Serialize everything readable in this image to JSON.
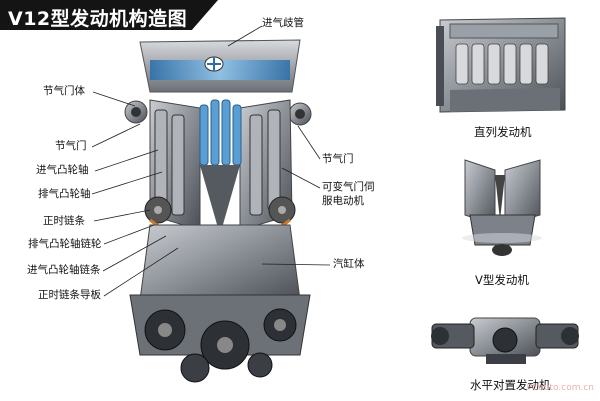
{
  "title": "V12型发动机构造图",
  "labels": {
    "intake_manifold": "进气歧管",
    "throttle_body": "节气门体",
    "throttle_left": "节气门",
    "intake_camshaft": "进气凸轮轴",
    "exhaust_camshaft": "排气凸轮轴",
    "timing_chain": "正时链条",
    "exhaust_cam_sprocket": "排气凸轮轴链轮",
    "intake_cam_chain": "进气凸轮轴链条",
    "timing_chain_guide": "正时链条导板",
    "throttle_right": "节气门",
    "vvt_servo_line1": "可变气门伺",
    "vvt_servo_line2": "服电动机",
    "cylinder_block": "汽缸体"
  },
  "captions": {
    "inline": "直列发动机",
    "v_type": "V型发动机",
    "flat": "水平对置发动机"
  },
  "watermark": "PCauto.com.cn",
  "colors": {
    "title_bg": "#141414",
    "title_text": "#ffffff",
    "leader": "#222222",
    "engine_gray": "#8a8f96",
    "engine_dark": "#3a3d42",
    "accent_blue": "#4a90c8"
  }
}
